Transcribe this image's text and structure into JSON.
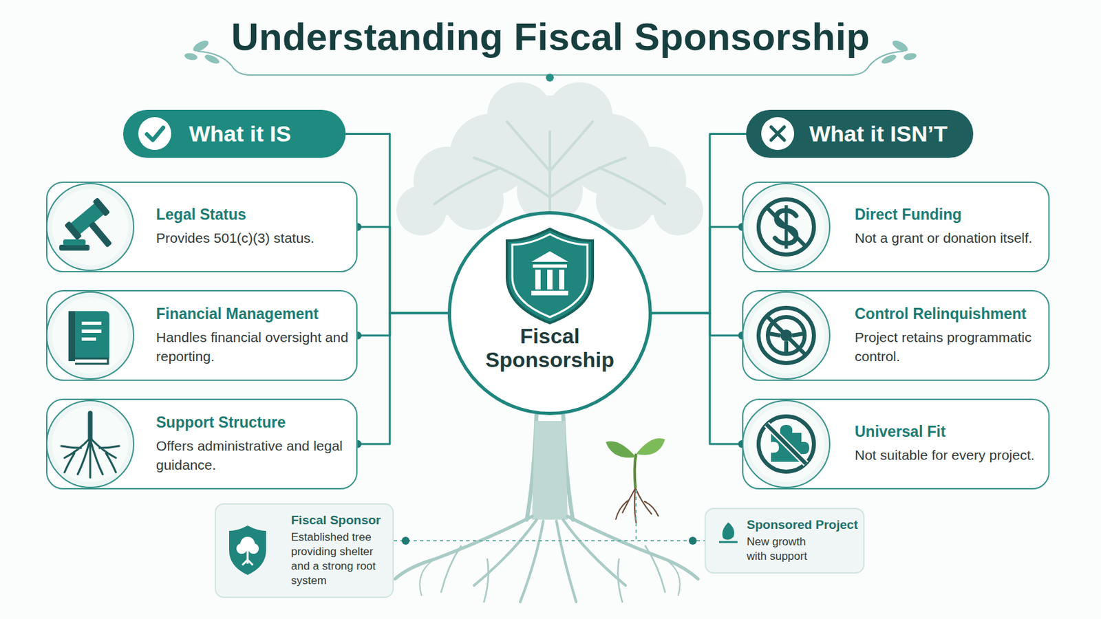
{
  "diagram": {
    "title": "Understanding Fiscal Sponsorship",
    "nodes": [
      {
        "text": [
          "What it IS"
        ]
      },
      {
        "text": [
          "What it ISN’T"
        ]
      },
      {
        "text": [
          "Legal Status",
          "Provides 501(c)(3) status."
        ]
      },
      {
        "text": [
          "Financial Management",
          "Handles financial oversight and reporting."
        ]
      },
      {
        "text": [
          "Support Structure",
          "Offers administrative and legal guidance."
        ]
      },
      {
        "text": [
          "Fiscal Sponsorship"
        ]
      },
      {
        "text": [
          "Direct Funding",
          "Not a grant or donation itself."
        ]
      },
      {
        "text": [
          "Control Relinquishment",
          "Project retains programmatic control."
        ]
      },
      {
        "text": [
          "Universal Fit",
          "Not suitable for every project."
        ]
      },
      {
        "text": [
          "Fiscal Sponsor",
          "Established tree providing shelter and a strong root system"
        ]
      },
      {
        "text": [
          "Sponsored Project",
          "New growth with support"
        ]
      }
    ],
    "edges": [
      {
        "from": 0,
        "to": 5,
        "arrow": "none"
      },
      {
        "from": 2,
        "to": 5,
        "arrow": "none"
      },
      {
        "from": 3,
        "to": 5,
        "arrow": "none"
      },
      {
        "from": 4,
        "to": 5,
        "arrow": "none"
      },
      {
        "from": 1,
        "to": 5,
        "arrow": "none"
      },
      {
        "from": 6,
        "to": 5,
        "arrow": "none"
      },
      {
        "from": 7,
        "to": 5,
        "arrow": "none"
      },
      {
        "from": 8,
        "to": 5,
        "arrow": "none"
      },
      {
        "from": 9,
        "to": 10,
        "arrow": "none"
      }
    ]
  }
}
